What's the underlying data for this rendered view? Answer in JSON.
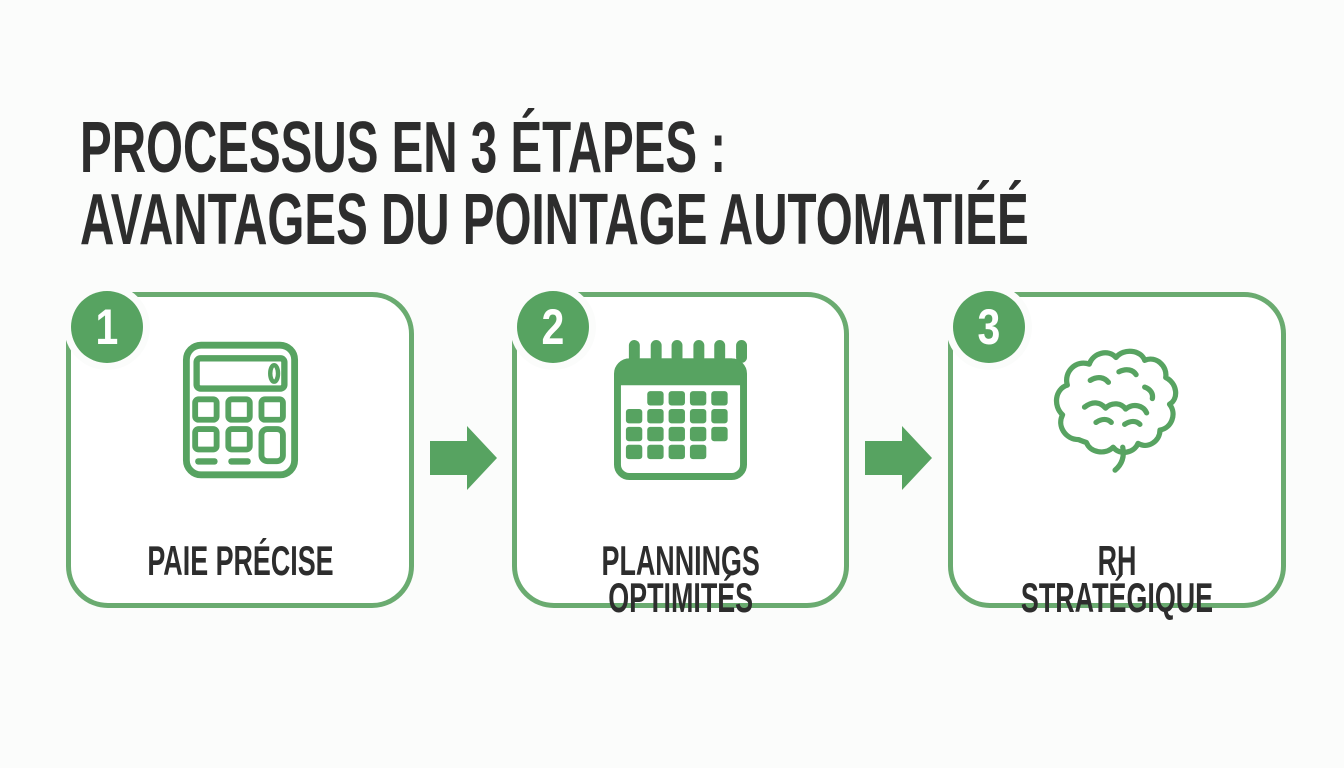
{
  "colors": {
    "background": "#fbfcfb",
    "card_background": "#ffffff",
    "accent_green": "#57a361",
    "border_green": "#6aab70",
    "text_dark": "#2d2d2d",
    "number_text": "#ffffff"
  },
  "title": {
    "line1": "PROCESSUS EN 3 ÉTAPES :",
    "line2": "AVANTAGES DU POINTAGE AUTOMATIÉÉ"
  },
  "steps": [
    {
      "number": "1",
      "icon": "calculator-icon",
      "label": "PAIE PRÉCISE"
    },
    {
      "number": "2",
      "icon": "calendar-icon",
      "label": "PLANNINGS\nOPTIMITÉS"
    },
    {
      "number": "3",
      "icon": "brain-icon",
      "label": "RH STRATÉGIQUE"
    }
  ]
}
